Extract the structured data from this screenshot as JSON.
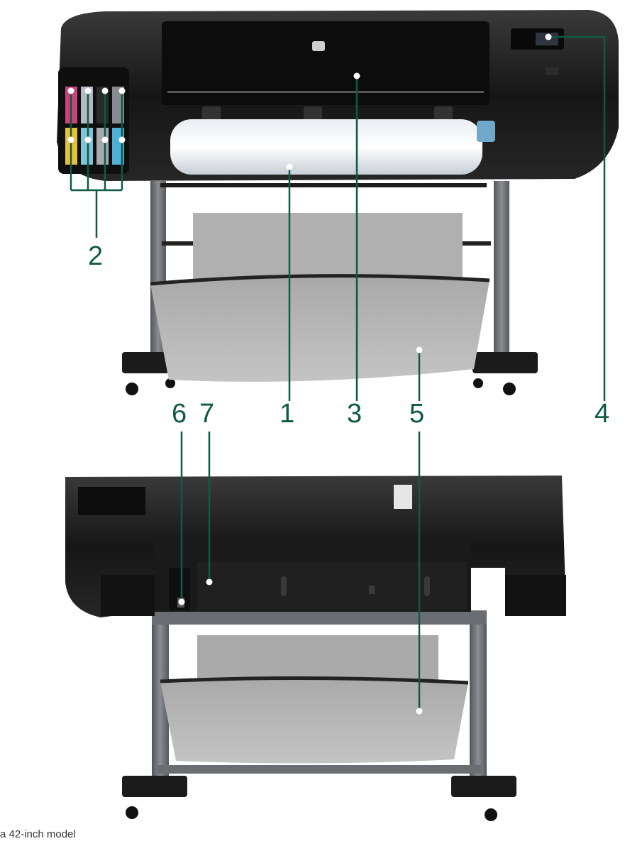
{
  "callouts": [
    {
      "id": "1",
      "label": "1"
    },
    {
      "id": "2",
      "label": "2"
    },
    {
      "id": "3",
      "label": "3"
    },
    {
      "id": "4",
      "label": "4"
    },
    {
      "id": "5",
      "label": "5"
    },
    {
      "id": "6",
      "label": "6"
    },
    {
      "id": "7",
      "label": "7"
    }
  ],
  "caption": "a 42-inch model",
  "colors": {
    "callout": "#0e5a44",
    "printer_body": "#1c1c1c",
    "stand": "#6e7175",
    "paper": "#b9b9b9"
  }
}
